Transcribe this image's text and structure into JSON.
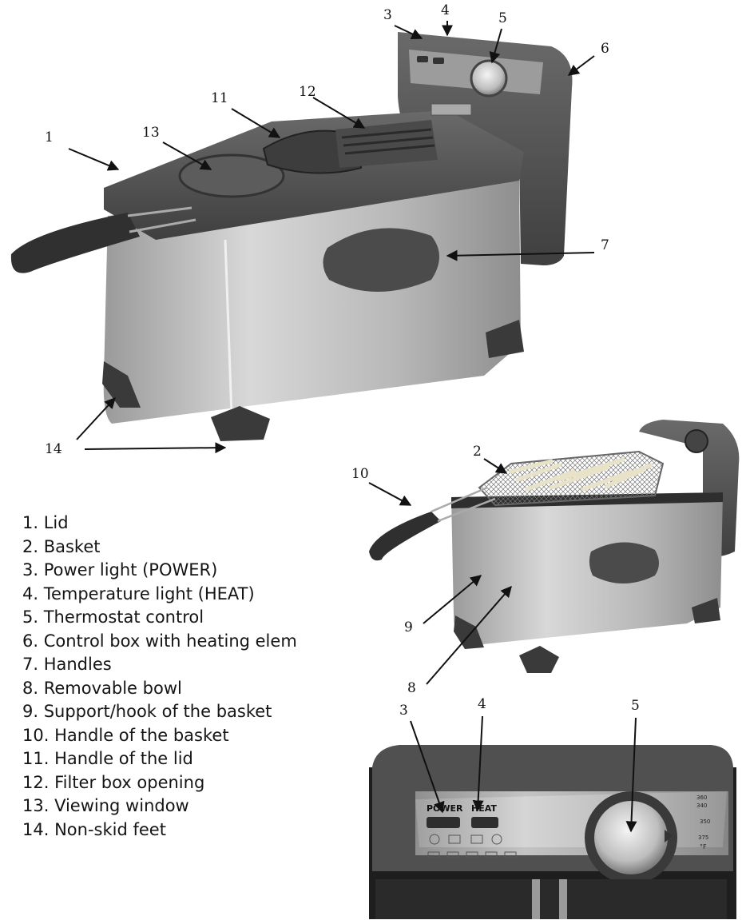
{
  "top_cut_text": "",
  "callouts_main": [
    "1",
    "3",
    "4",
    "5",
    "6",
    "7",
    "11",
    "12",
    "13",
    "14"
  ],
  "callouts_basket": [
    "2",
    "8",
    "9",
    "10"
  ],
  "callouts_panel": [
    "3",
    "4",
    "5"
  ],
  "panel": {
    "power_label": "POWER",
    "heat_label": "HEAT",
    "dial_marks": [
      "360",
      "340",
      "350",
      "375",
      "°F"
    ]
  },
  "legend": [
    "1.  Lid",
    "2.  Basket",
    "3.  Power light (POWER)",
    "4.  Temperature light (HEAT)",
    "5.  Thermostat control",
    "6.   Control box with heating elem",
    "7.  Handles",
    "8.  Removable bowl",
    "9.  Support/hook of the basket",
    "10. Handle of the basket",
    "11. Handle of the lid",
    "12. Filter box opening",
    "13. Viewing window",
    "14. Non-skid feet"
  ],
  "colors": {
    "body_steel": "#bdbdbd",
    "plastic": "#505050",
    "dark": "#2a2a2a",
    "fries": "#e8e2c8"
  }
}
